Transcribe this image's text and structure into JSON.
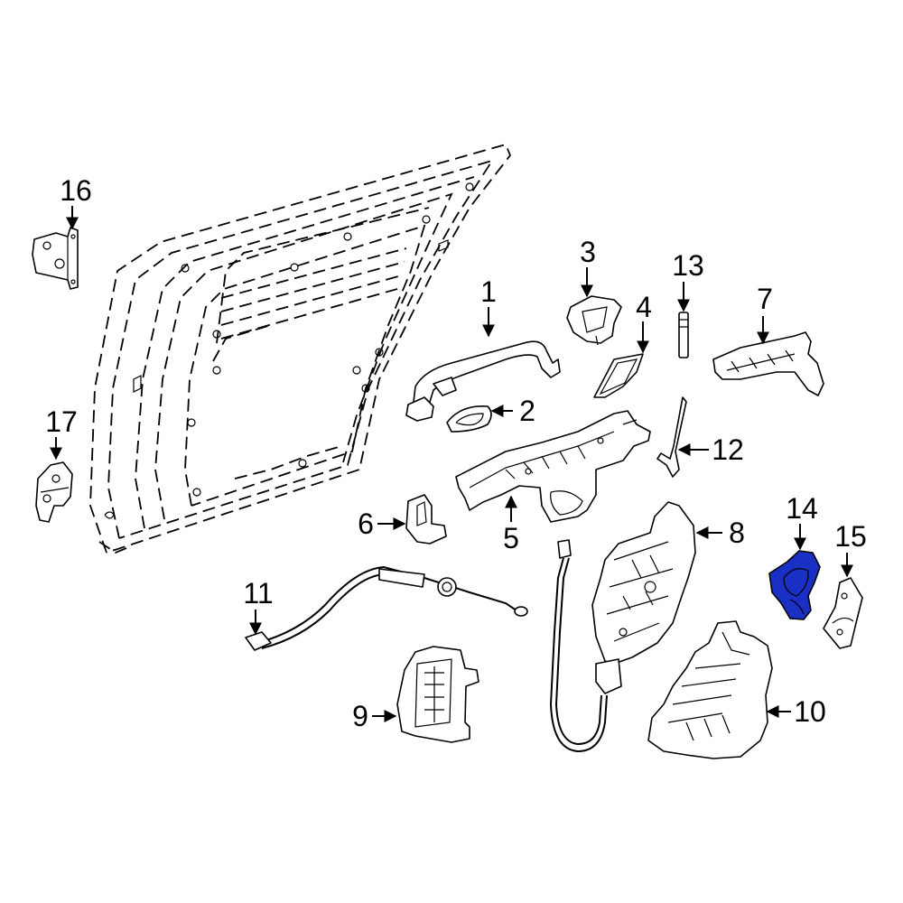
{
  "diagram": {
    "highlight_color": "#1a2fc4",
    "highlighted_part": "14",
    "callouts": [
      {
        "id": "c1",
        "label": "1"
      },
      {
        "id": "c2",
        "label": "2"
      },
      {
        "id": "c3",
        "label": "3"
      },
      {
        "id": "c4",
        "label": "4"
      },
      {
        "id": "c5",
        "label": "5"
      },
      {
        "id": "c6",
        "label": "6"
      },
      {
        "id": "c7",
        "label": "7"
      },
      {
        "id": "c8",
        "label": "8"
      },
      {
        "id": "c9",
        "label": "9"
      },
      {
        "id": "c10",
        "label": "10"
      },
      {
        "id": "c11",
        "label": "11"
      },
      {
        "id": "c12",
        "label": "12"
      },
      {
        "id": "c13",
        "label": "13"
      },
      {
        "id": "c14",
        "label": "14"
      },
      {
        "id": "c15",
        "label": "15"
      },
      {
        "id": "c16",
        "label": "16"
      },
      {
        "id": "c17",
        "label": "17"
      }
    ]
  }
}
